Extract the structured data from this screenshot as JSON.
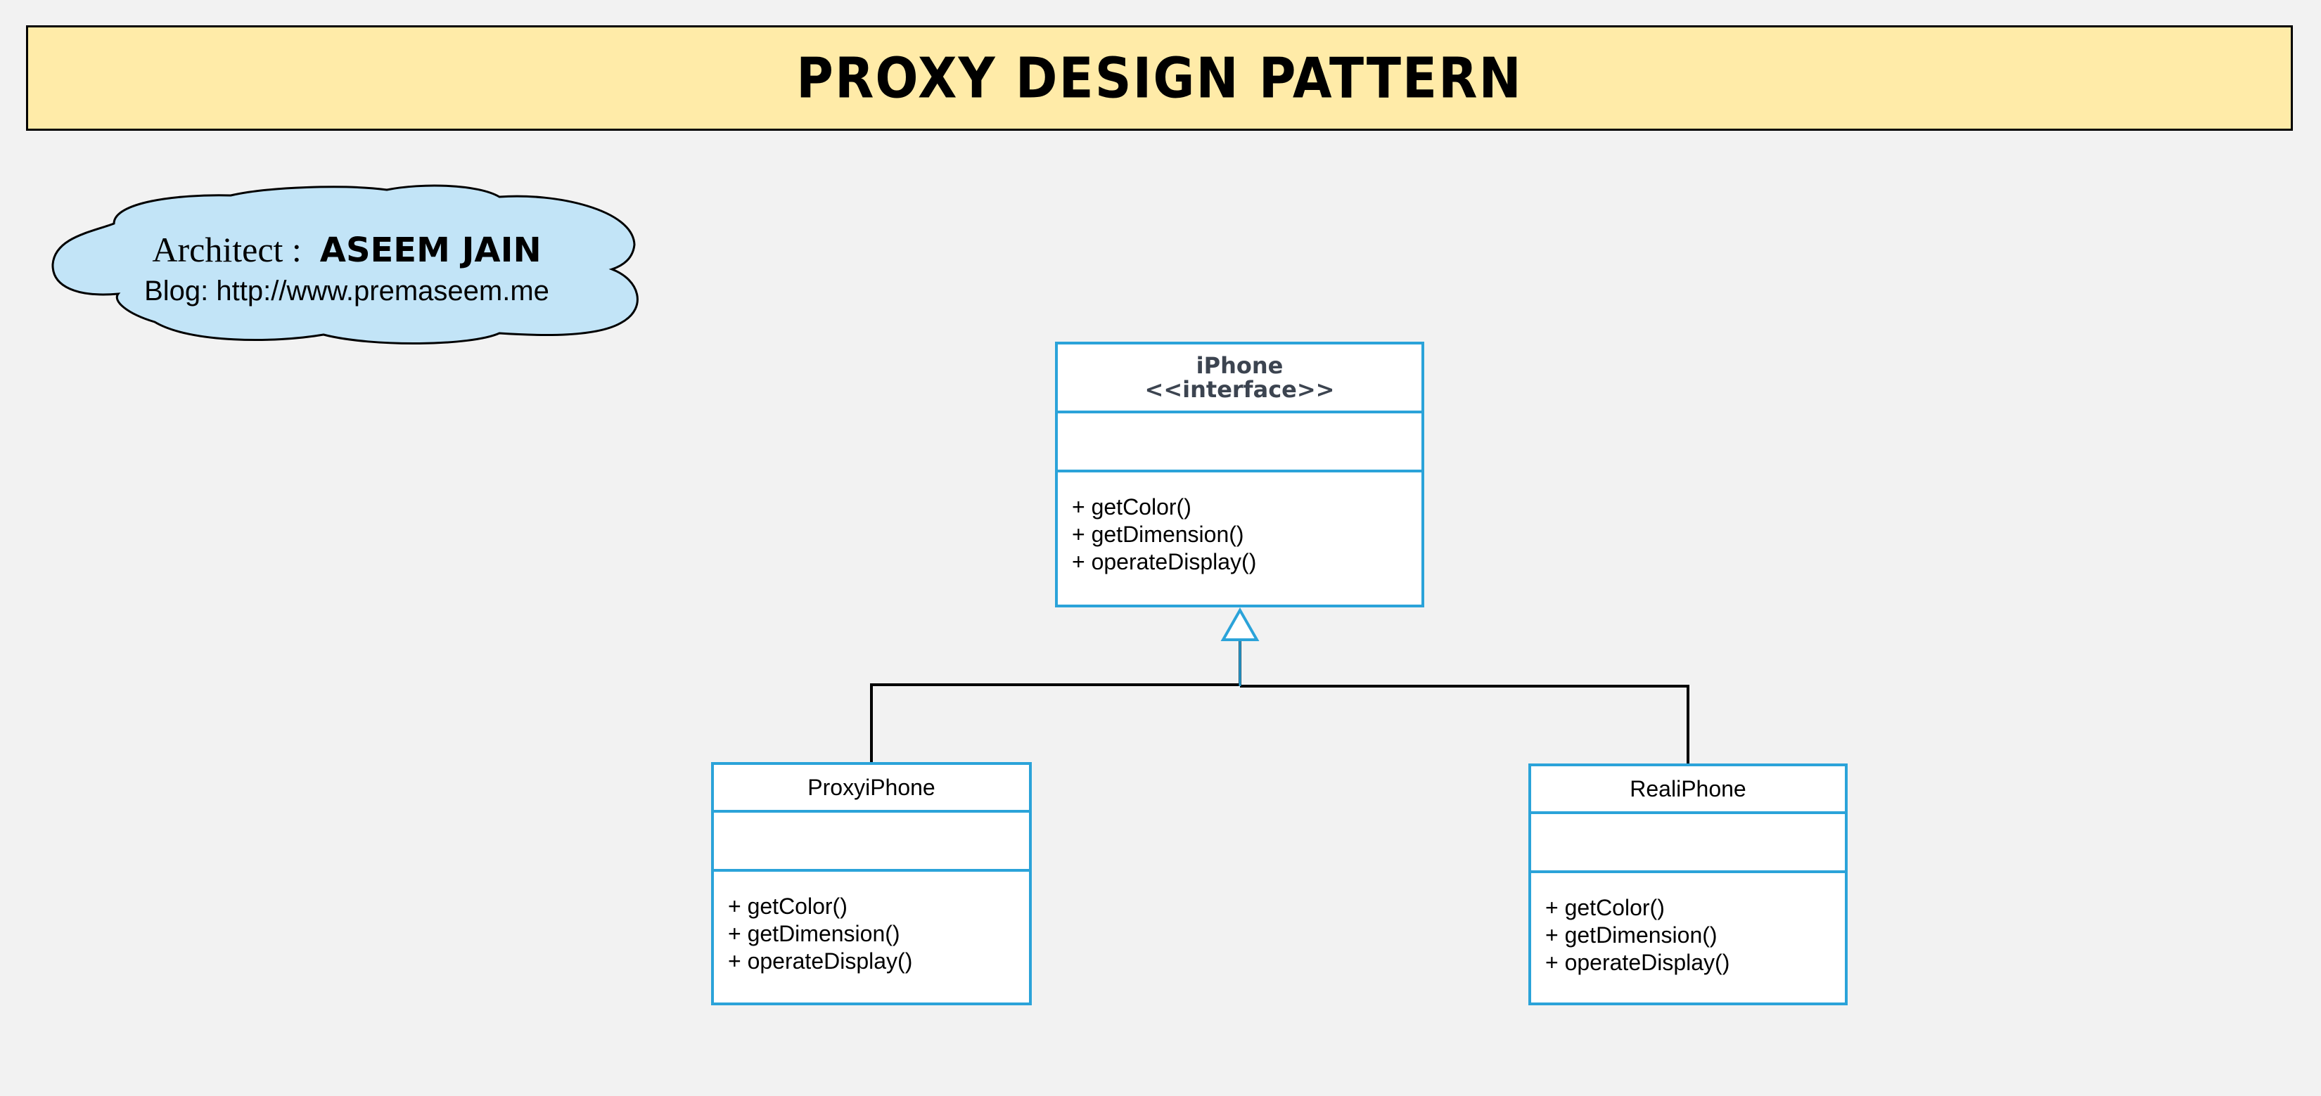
{
  "title": "PROXY DESIGN PATTERN",
  "cloud": {
    "architect_label": "Architect :",
    "architect_name": "ASEEM JAIN",
    "blog": "Blog: http://www.premaseem.me"
  },
  "interface": {
    "name": "iPhone",
    "stereotype": "<<interface>>",
    "methods": [
      "+ getColor()",
      "+ getDimension()",
      "+ operateDisplay()"
    ]
  },
  "proxy_class": {
    "name": "ProxyiPhone",
    "methods": [
      "+ getColor()",
      "+ getDimension()",
      "+ operateDisplay()"
    ]
  },
  "real_class": {
    "name": "RealiPhone",
    "methods": [
      "+ getColor()",
      "+ getDimension()",
      "+ operateDisplay()"
    ]
  },
  "colors": {
    "background": "#f2f2f2",
    "banner": "#ffeba8",
    "cloud": "#c2e4f7",
    "uml_border": "#2ba3d9"
  }
}
